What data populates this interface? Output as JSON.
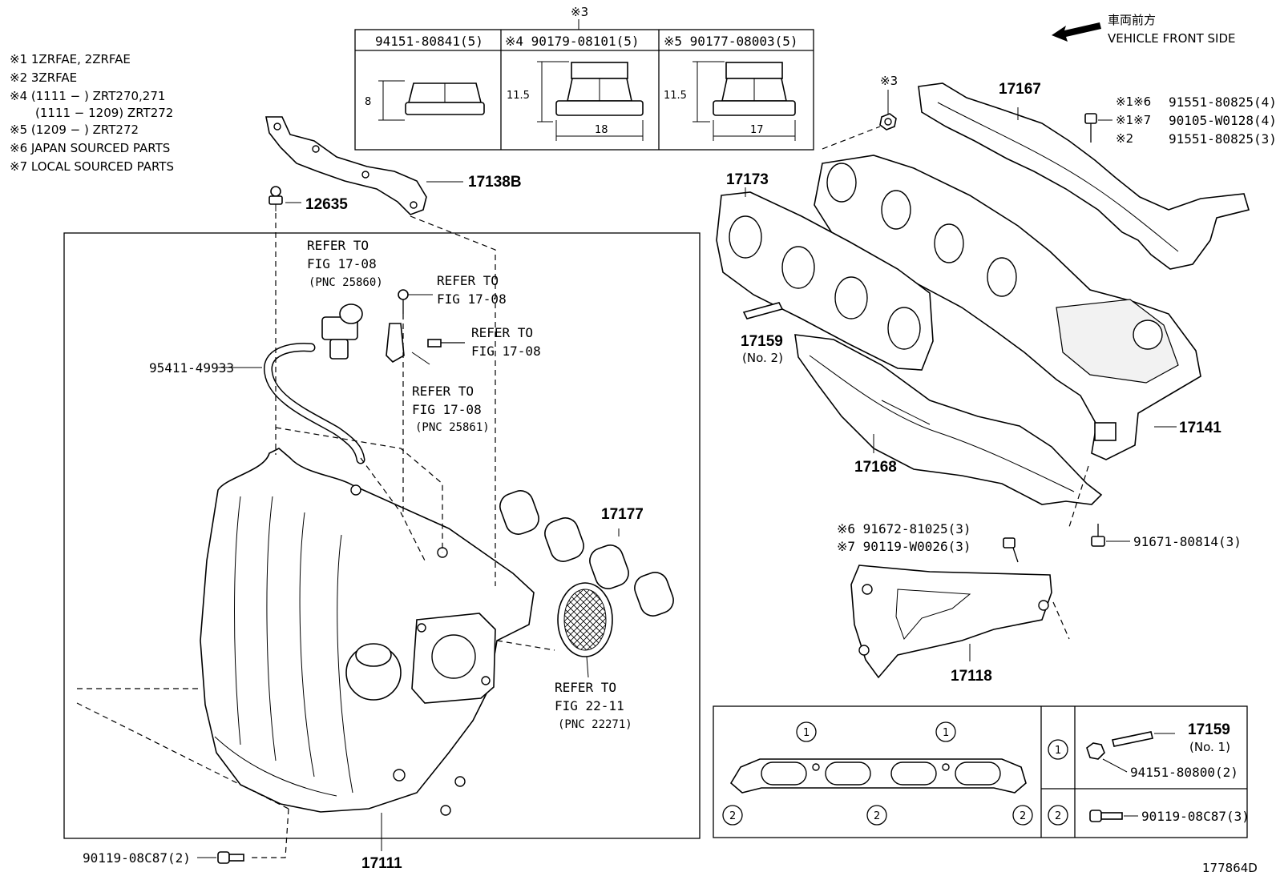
{
  "notes": {
    "n1": "※1 1ZRFAE, 2ZRFAE",
    "n2": "※2 3ZRFAE",
    "n4a": "※4 (1111 −        ) ZRT270,271",
    "n4b": "(1111 − 1209) ZRT272",
    "n5": "※5 (1209 −        ) ZRT272",
    "n6": "※6 JAPAN SOURCED PARTS",
    "n7": "※7 LOCAL SOURCED PARTS"
  },
  "nut_table": {
    "marker": "※3",
    "col1_header": "94151-80841(5)",
    "col2_header": "※4 90179-08101(5)",
    "col3_header": "※5 90177-08003(5)",
    "col1_height": "8",
    "col2_height": "11.5",
    "col2_width": "18",
    "col3_height": "11.5",
    "col3_width": "17"
  },
  "front": {
    "jp": "車両前方",
    "en": "VEHICLE FRONT SIDE"
  },
  "labels": {
    "p12635": "12635",
    "p17138b": "17138B",
    "p17111": "17111",
    "p17177": "17177",
    "p95411": "95411-49933",
    "p90119_2": "90119-08C87(2)",
    "ref1_a": "REFER TO",
    "ref1_b": "FIG 17-08",
    "ref1_c": "(PNC 25860)",
    "ref2_a": "REFER TO",
    "ref2_b": "FIG 17-08",
    "ref3_a": "REFER TO",
    "ref3_b": "FIG 17-08",
    "ref4_a": "REFER TO",
    "ref4_b": "FIG 17-08",
    "ref4_c": "(PNC 25861)",
    "ref5_a": "REFER TO",
    "ref5_b": "FIG 22-11",
    "ref5_c": "(PNC 22271)",
    "p17167": "17167",
    "p17173": "17173",
    "p17159": "17159",
    "p17159_no2": "(No. 2)",
    "p17168": "17168",
    "p17141": "17141",
    "p17118": "17118",
    "m3": "※3",
    "b1_prefix": "※1※6",
    "b1": "91551-80825(4)",
    "b2_prefix": "※1※7",
    "b2": "90105-W0128(4)",
    "b3_prefix": "※2",
    "b3": "91551-80825(3)",
    "s6": "※6 91672-81025(3)",
    "s7": "※7 90119-W0026(3)",
    "p91671": "91671-80814(3)"
  },
  "detail": {
    "c1": "1",
    "c2": "2",
    "r1_label": "17159",
    "r1_sub": "(No. 1)",
    "r1_nut": "94151-80800(2)",
    "r2_bolt": "90119-08C87(3)"
  },
  "fig_id": "177864D"
}
